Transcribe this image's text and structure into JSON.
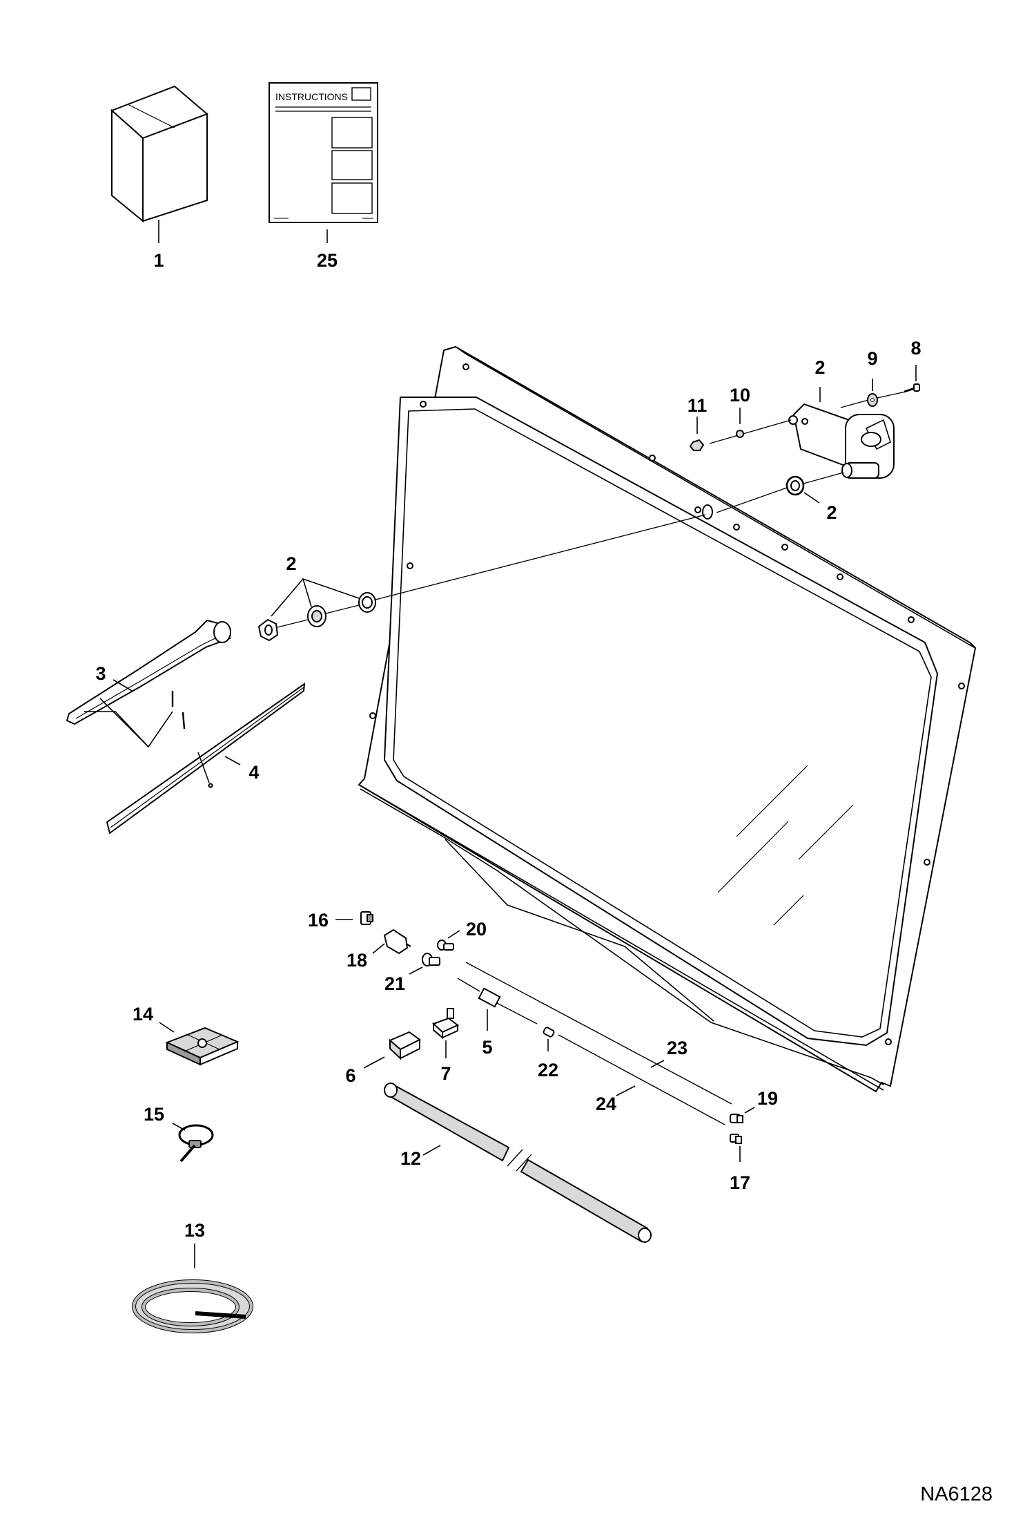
{
  "figure_id": "NA6128",
  "instructions_sheet": {
    "header": "INSTRUCTIONS"
  },
  "callouts": {
    "kit_box": "1",
    "instructions": "25",
    "motor": "2",
    "motor_washer_top": "9",
    "motor_screw": "8",
    "motor_washer_small": "10",
    "motor_nut": "11",
    "motor_grommet": "2",
    "arm_hardware": "2",
    "wiper_arm": "3",
    "wiper_blade": "4",
    "connector_16": "16",
    "terminal_18": "18",
    "terminal_20": "20",
    "terminal_21": "21",
    "fuse_holder": "5",
    "fuse_cover": "6",
    "fuse": "7",
    "splice": "22",
    "wire_23": "23",
    "wire_24": "24",
    "terminal_19": "19",
    "terminal_17": "17",
    "pad_14": "14",
    "tie_15": "15",
    "loom_12": "12",
    "loom_13": "13"
  }
}
